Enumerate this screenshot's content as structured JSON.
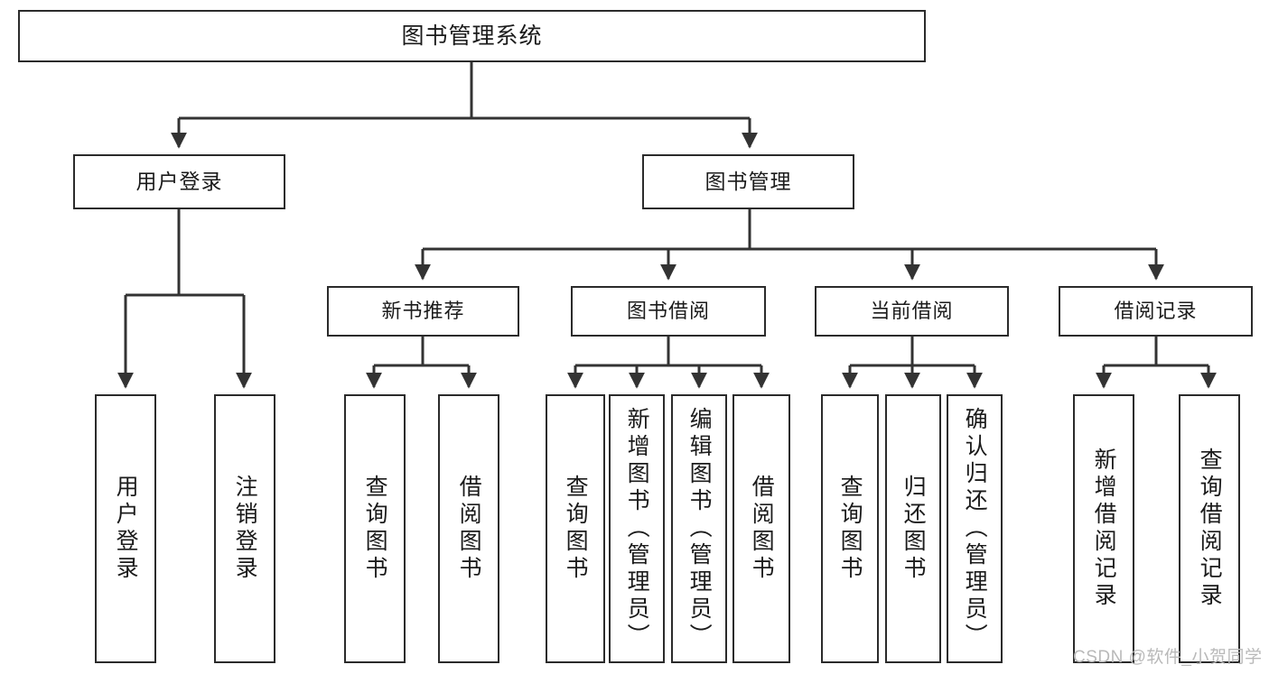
{
  "diagram": {
    "type": "tree-hierarchy-chart",
    "title": "图书管理系统",
    "root": {
      "id": "root",
      "label": "图书管理系统"
    },
    "level2": [
      {
        "id": "user-login",
        "label": "用户登录"
      },
      {
        "id": "book-manage",
        "label": "图书管理"
      }
    ],
    "level3": [
      {
        "id": "new-book-recommend",
        "label": "新书推荐",
        "parent": "book-manage"
      },
      {
        "id": "book-borrow",
        "label": "图书借阅",
        "parent": "book-manage"
      },
      {
        "id": "current-borrow",
        "label": "当前借阅",
        "parent": "book-manage"
      },
      {
        "id": "borrow-record",
        "label": "借阅记录",
        "parent": "book-manage"
      }
    ],
    "leaves": [
      {
        "id": "leaf-user-login",
        "label": "用户登录",
        "parent": "user-login"
      },
      {
        "id": "leaf-user-logout",
        "label": "注销登录",
        "parent": "user-login"
      },
      {
        "id": "leaf-query-book-1",
        "label": "查询图书",
        "parent": "new-book-recommend"
      },
      {
        "id": "leaf-borrow-book-1",
        "label": "借阅图书",
        "parent": "new-book-recommend"
      },
      {
        "id": "leaf-query-book-2",
        "label": "查询图书",
        "parent": "book-borrow"
      },
      {
        "id": "leaf-add-book-admin",
        "label": "新增图书（管理员）",
        "parent": "book-borrow"
      },
      {
        "id": "leaf-edit-book-admin",
        "label": "编辑图书（管理员）",
        "parent": "book-borrow"
      },
      {
        "id": "leaf-borrow-book-2",
        "label": "借阅图书",
        "parent": "book-borrow"
      },
      {
        "id": "leaf-query-book-3",
        "label": "查询图书",
        "parent": "current-borrow"
      },
      {
        "id": "leaf-return-book",
        "label": "归还图书",
        "parent": "current-borrow"
      },
      {
        "id": "leaf-confirm-return",
        "label": "确认归还（管理员）",
        "parent": "current-borrow"
      },
      {
        "id": "leaf-add-record",
        "label": "新增借阅记录",
        "parent": "borrow-record"
      },
      {
        "id": "leaf-query-record",
        "label": "查询借阅记录",
        "parent": "borrow-record"
      }
    ],
    "watermark": "CSDN @软件_小贺同学",
    "colors": {
      "border": "#2b2b2b",
      "background": "#ffffff",
      "text": "#1b1b1b",
      "connector": "#333333",
      "watermark": "#b9b9b9"
    }
  }
}
